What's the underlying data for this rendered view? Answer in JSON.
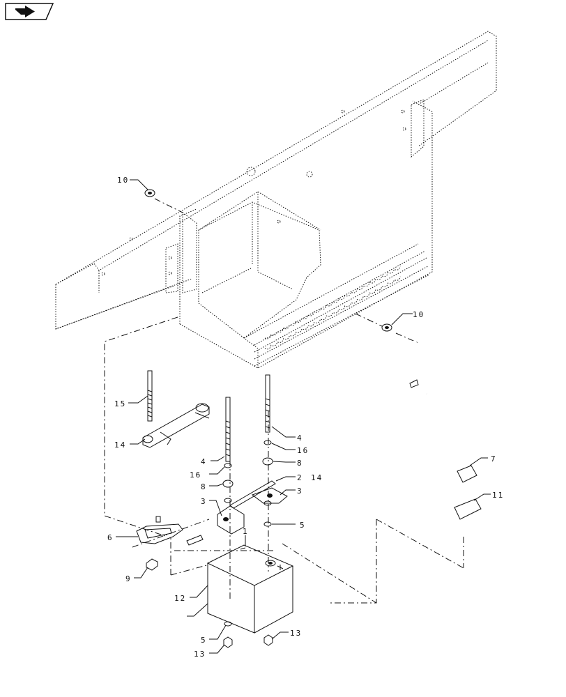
{
  "nav_icon": "next-page-arrow-icon",
  "callouts": {
    "c1": "1",
    "c2": "2",
    "c3a": "3",
    "c3b": "3",
    "c4a": "4",
    "c4b": "4",
    "c5a": "5",
    "c5b": "5",
    "c6": "6",
    "c7": "7",
    "c8a": "8",
    "c8b": "8",
    "c9": "9",
    "c10a": "10",
    "c10b": "10",
    "c11": "11",
    "c12": "12",
    "c13a": "13",
    "c13b": "13",
    "c14a": "14",
    "c14b": "14",
    "c15": "15",
    "c16a": "16",
    "c16b": "16"
  }
}
